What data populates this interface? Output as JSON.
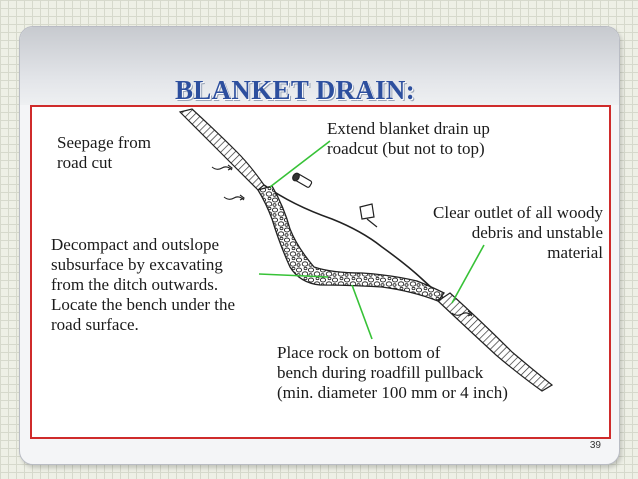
{
  "slide": {
    "title": "BLANKET DRAIN:",
    "page_number": "39"
  },
  "diagram": {
    "labels": {
      "seepage": [
        "Seepage from",
        "road cut"
      ],
      "extend": [
        "Extend blanket drain up",
        "roadcut (but not to top)"
      ],
      "outlet": [
        "Clear outlet of all woody",
        "debris and unstable",
        "material"
      ],
      "decompact": [
        "Decompact and outslope",
        "subsurface by excavating",
        "from the ditch outwards.",
        "Locate the bench under the",
        "road surface."
      ],
      "rock": [
        "Place rock on bottom of",
        "bench during roadfill pullback",
        "(min. diameter 100 mm or 4 inch)"
      ]
    },
    "colors": {
      "frame": "#cf2b2b",
      "leader_lines": "#37c237",
      "title": "#2d4f9e"
    }
  }
}
